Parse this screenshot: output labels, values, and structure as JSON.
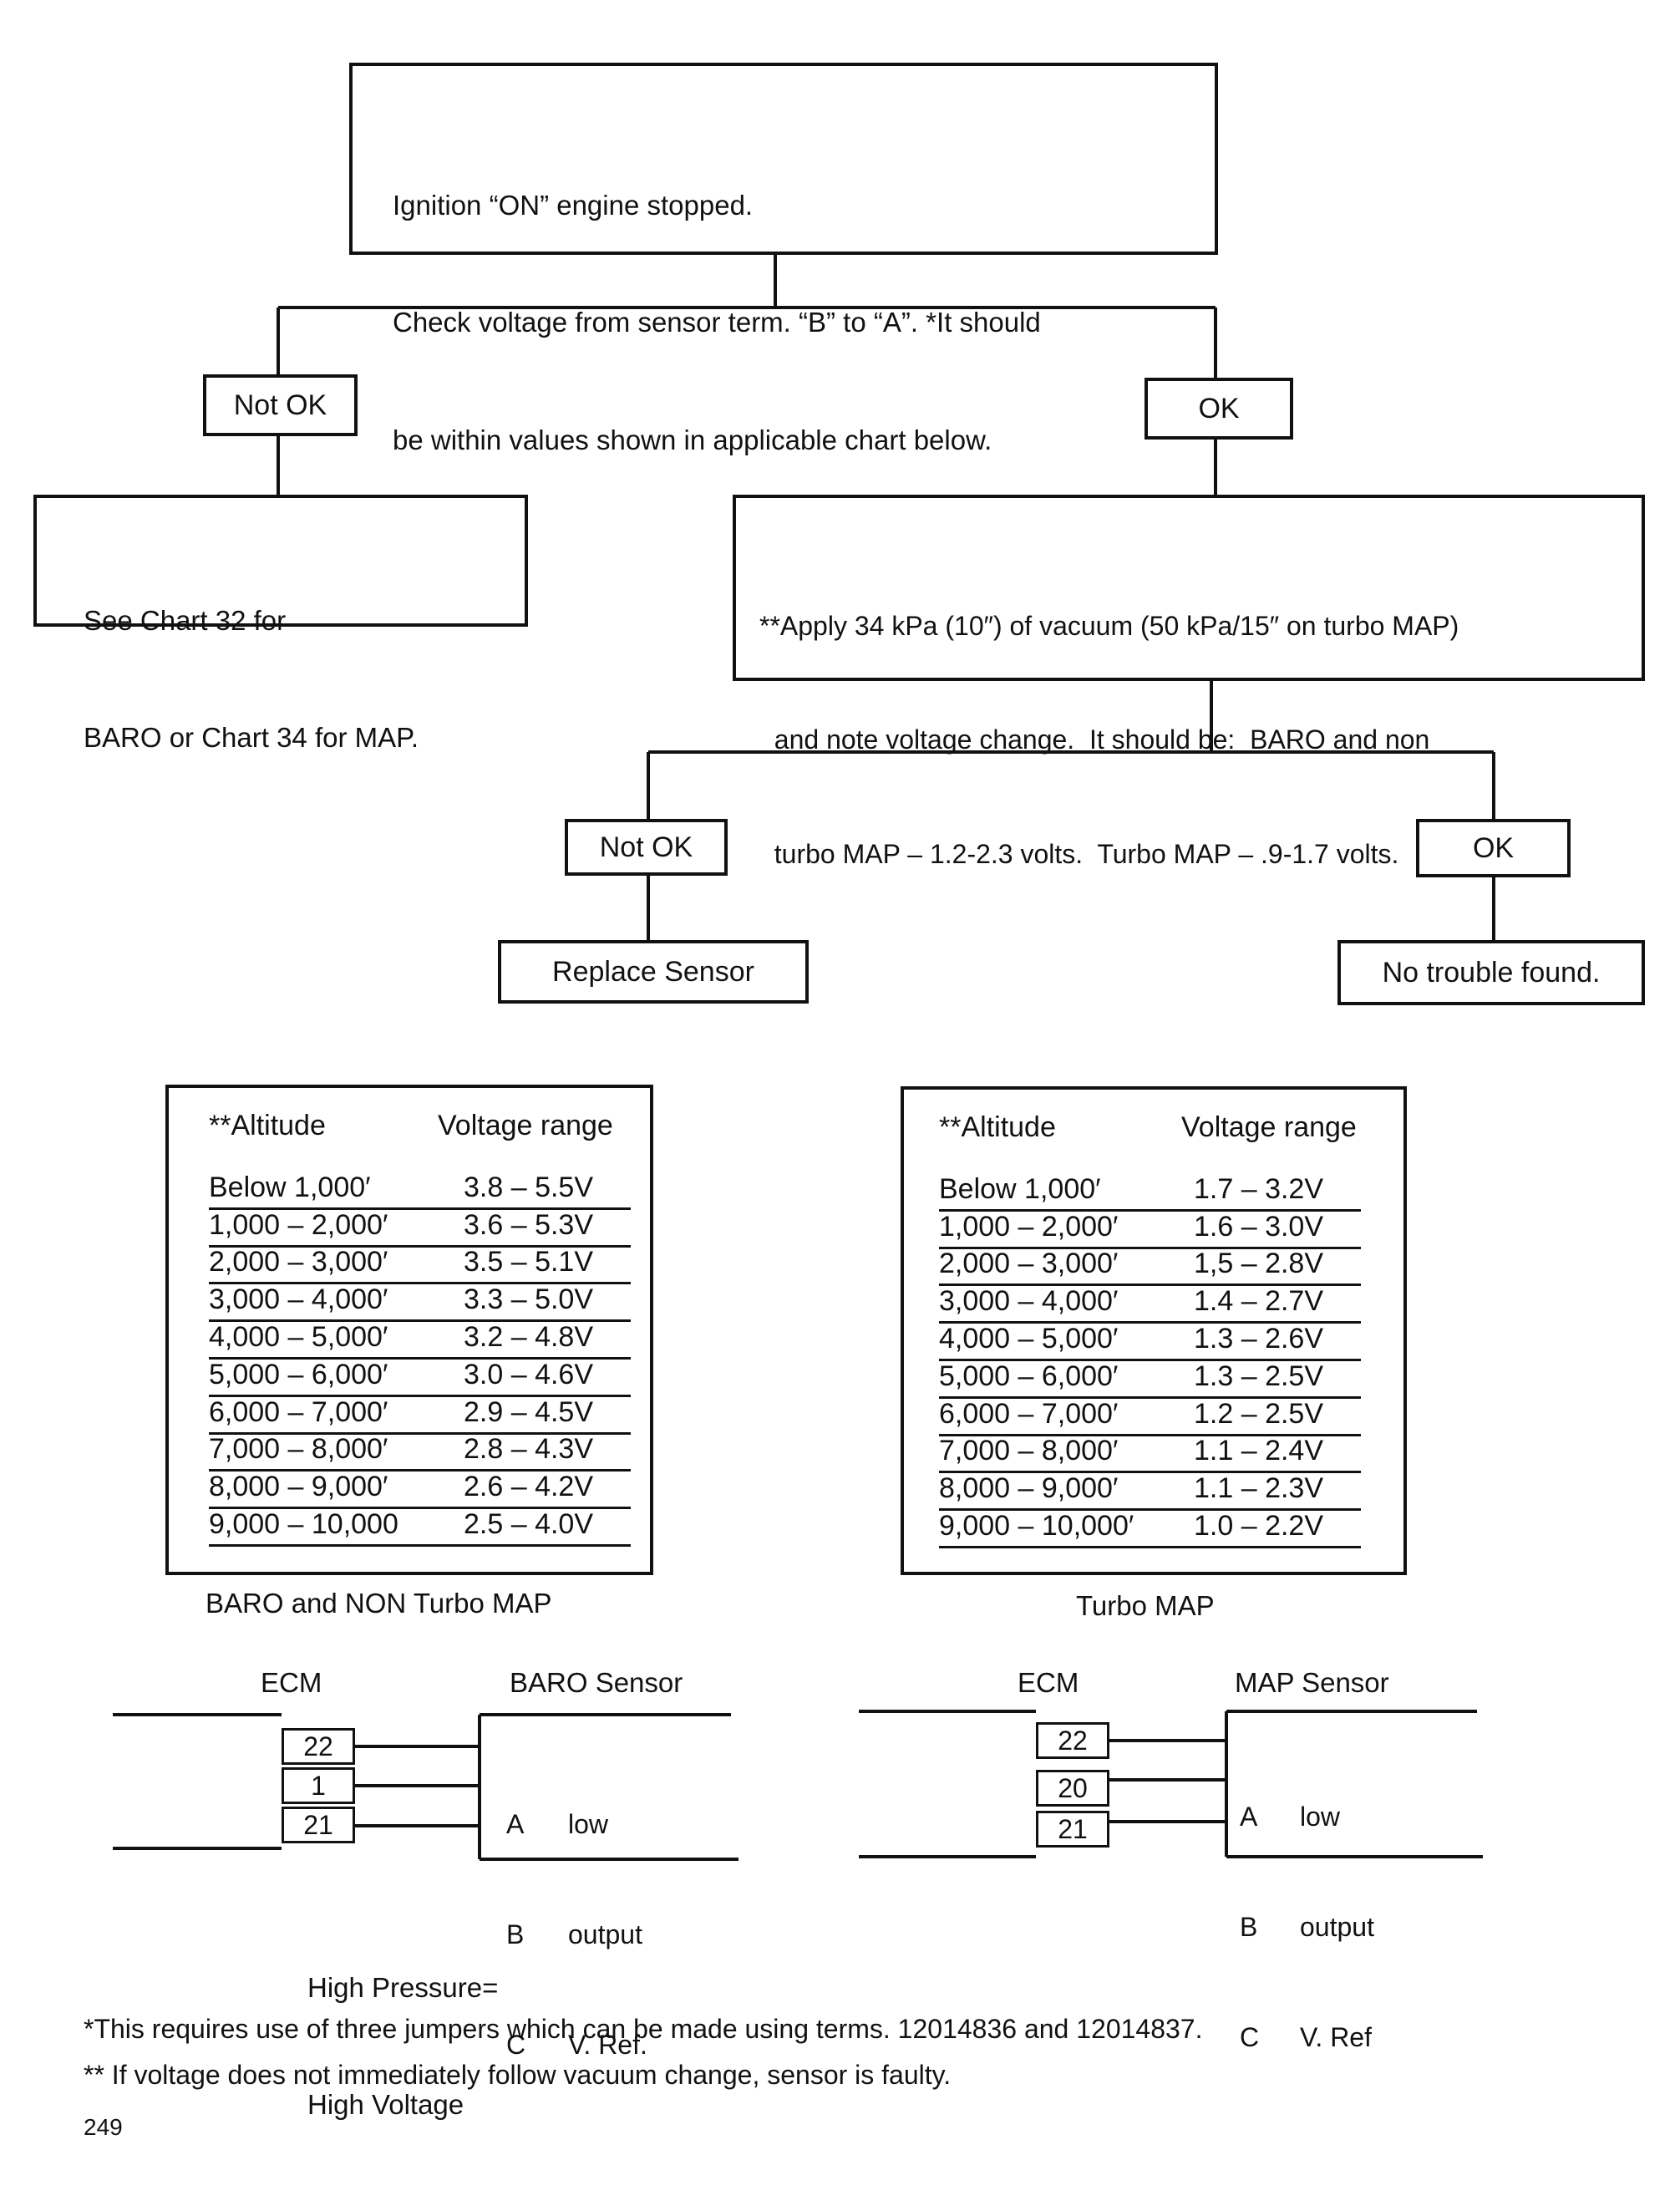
{
  "flow": {
    "top_box": [
      "Ignition “ON” engine stopped.",
      "Check voltage from sensor term. “B” to “A”. *It should",
      "be within values shown in applicable chart below."
    ],
    "branch1_notok": "Not OK",
    "branch1_ok": "OK",
    "see_chart": [
      "See Chart 32 for",
      "BARO or Chart 34 for MAP."
    ],
    "vacuum_box": [
      "**Apply 34 kPa (10″) of vacuum (50 kPa/15″ on turbo MAP)",
      "  and note voltage change.  It should be:  BARO and non",
      "  turbo MAP – 1.2-2.3 volts.  Turbo MAP – .9-1.7 volts."
    ],
    "branch2_notok": "Not OK",
    "branch2_ok": "OK",
    "replace_sensor": "Replace Sensor",
    "no_trouble": "No trouble found."
  },
  "tables": [
    {
      "header_alt": "**Altitude",
      "header_volt": "Voltage range",
      "caption": "BARO and NON Turbo MAP",
      "rows": [
        [
          "Below 1,000′",
          "3.8 – 5.5V"
        ],
        [
          "1,000 – 2,000′",
          "3.6 – 5.3V"
        ],
        [
          "2,000 – 3,000′",
          "3.5 – 5.1V"
        ],
        [
          "3,000 – 4,000′",
          "3.3 – 5.0V"
        ],
        [
          "4,000 – 5,000′",
          "3.2 – 4.8V"
        ],
        [
          "5,000 – 6,000′",
          "3.0 – 4.6V"
        ],
        [
          "6,000 – 7,000′",
          "2.9 – 4.5V"
        ],
        [
          "7,000 – 8,000′",
          "2.8 – 4.3V"
        ],
        [
          "8,000 – 9,000′",
          "2.6 – 4.2V"
        ],
        [
          "9,000 – 10,000",
          "2.5 – 4.0V"
        ]
      ]
    },
    {
      "header_alt": "**Altitude",
      "header_volt": "Voltage range",
      "caption": "Turbo MAP",
      "rows": [
        [
          "Below 1,000′",
          "1.7 – 3.2V"
        ],
        [
          "1,000 – 2,000′",
          "1.6 – 3.0V"
        ],
        [
          "2,000 – 3,000′",
          "1,5 – 2.8V"
        ],
        [
          "3,000 – 4,000′",
          "1.4 – 2.7V"
        ],
        [
          "4,000 – 5,000′",
          "1.3 – 2.6V"
        ],
        [
          "5,000 – 6,000′",
          "1.3 – 2.5V"
        ],
        [
          "6,000 – 7,000′",
          "1.2 – 2.5V"
        ],
        [
          "7,000 – 8,000′",
          "1.1 – 2.4V"
        ],
        [
          "8,000 – 9,000′",
          "1.1 – 2.3V"
        ],
        [
          "9,000 – 10,000′",
          "1.0 – 2.2V"
        ]
      ]
    }
  ],
  "wiring": [
    {
      "ecm_label": "ECM",
      "sensor_label": "BARO Sensor",
      "pins": [
        "22",
        "1",
        "21"
      ],
      "terminals": [
        "A",
        "B",
        "C"
      ],
      "functions": [
        "low",
        "output",
        "V. Ref."
      ],
      "note": [
        "High Pressure=",
        "High Voltage"
      ]
    },
    {
      "ecm_label": "ECM",
      "sensor_label": "MAP Sensor",
      "pins": [
        "22",
        "20",
        "21"
      ],
      "terminals": [
        "A",
        "B",
        "C"
      ],
      "functions": [
        "low",
        "output",
        "V. Ref"
      ]
    }
  ],
  "footnotes": [
    "*This requires use of three jumpers which can be made using terms. 12014836 and 12014837.",
    "** If voltage does not immediately follow vacuum change, sensor is faulty."
  ],
  "page_number": "249"
}
